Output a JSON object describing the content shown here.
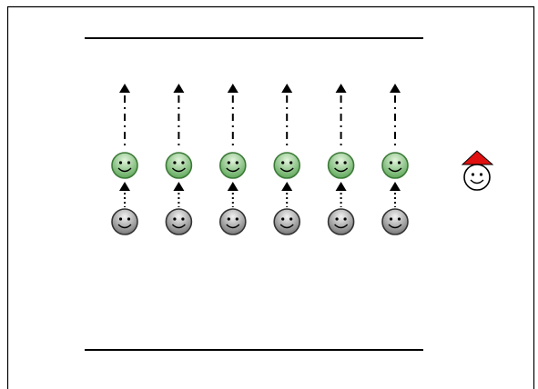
{
  "diagram": {
    "columns": 6,
    "rows": [
      {
        "kind": "green-face",
        "color": "#5fa85a",
        "highlight": "#e2f4dc",
        "edge": "#3c7a38"
      },
      {
        "kind": "gray-face",
        "color": "#777777",
        "highlight": "#f2f2f2",
        "edge": "#333333"
      }
    ],
    "extra_person": {
      "kind": "white-face-with-red-hat",
      "face_color": "#ffffff",
      "hat_color": "#e01010"
    },
    "colors": {
      "frame": "#000000",
      "rule_lines": "#000000",
      "arrow": "#000000"
    }
  }
}
